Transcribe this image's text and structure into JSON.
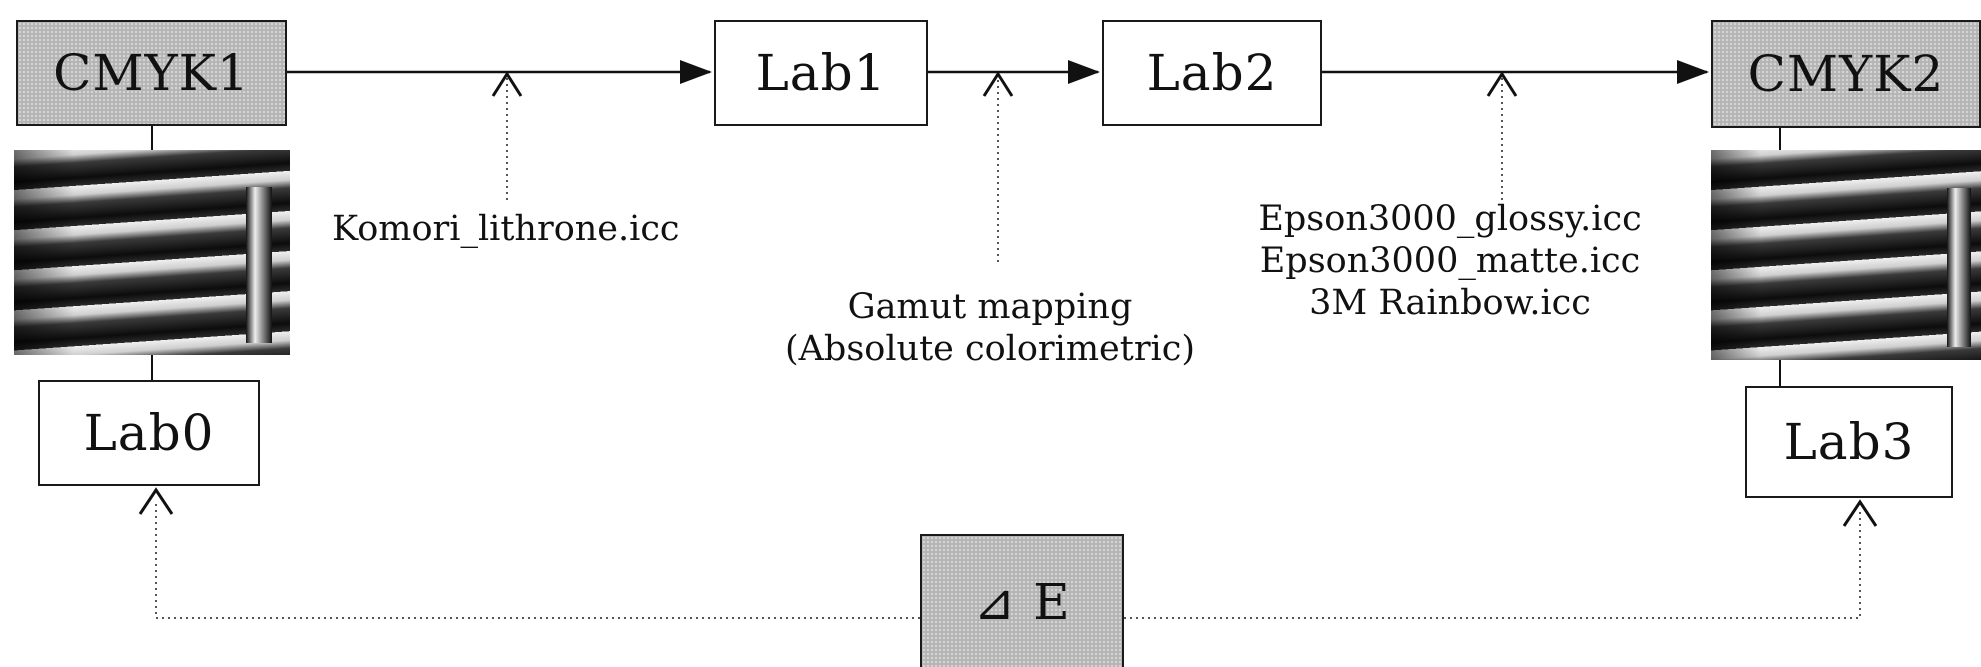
{
  "nodes": {
    "cmyk1": "CMYK1",
    "lab1": "Lab1",
    "lab2": "Lab2",
    "cmyk2": "CMYK2",
    "lab0": "Lab0",
    "lab3": "Lab3",
    "delta_e": "⊿ E"
  },
  "labels": {
    "source_profile": "Komori_lithrone.icc",
    "gamut_mapping_line1": "Gamut mapping",
    "gamut_mapping_line2": "(Absolute colorimetric)",
    "dest_profiles": [
      "Epson3000_glossy.icc",
      "Epson3000_matte.icc",
      "3M Rainbow.icc"
    ]
  },
  "colors": {
    "box_border": "#1a1a1a",
    "shaded_fill": "#b4b4b4",
    "line": "#222222",
    "dotted_line": "#555555"
  }
}
